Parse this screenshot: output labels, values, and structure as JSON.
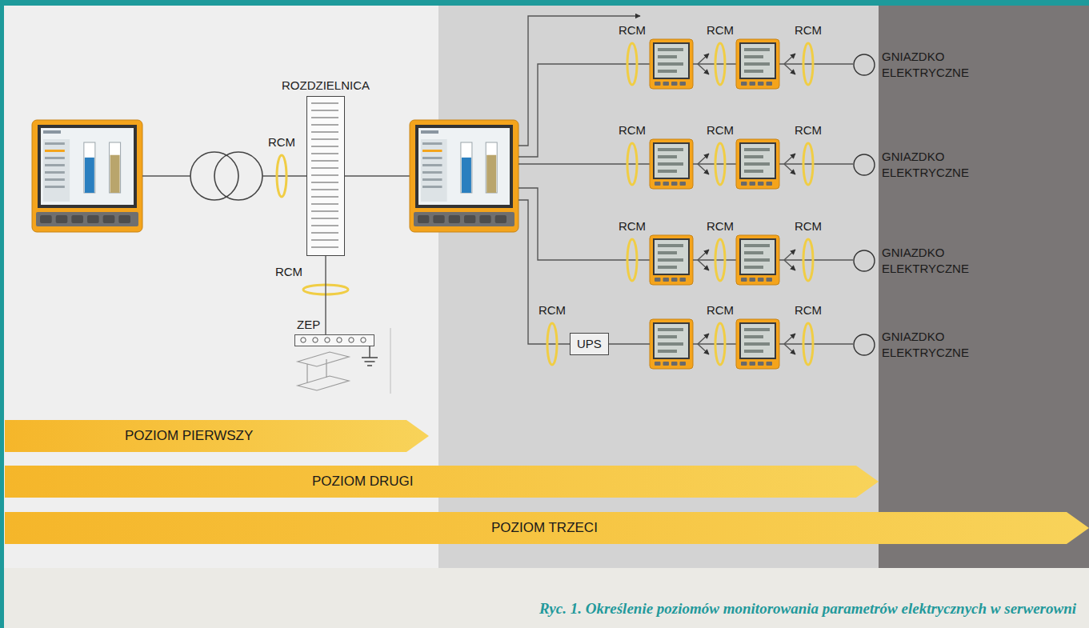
{
  "diagram": {
    "caption": "Ryc. 1. Określenie poziomów monitorowania parametrów elektrycznych w serwerowni",
    "nodes": [
      {
        "text": [
          "ROZDZIELNICA"
        ]
      },
      {
        "text": [
          "GNIAZDKO ELEKTRYCZNE"
        ]
      },
      {
        "text": [
          "GNIAZDKO ELEKTRYCZNE"
        ]
      },
      {
        "text": [
          "GNIAZDKO ELEKTRYCZNE"
        ]
      },
      {
        "text": [
          "ZEP"
        ]
      },
      {
        "text": [
          "UPS"
        ]
      },
      {
        "text": [
          "GNIAZDKO ELEKTRYCZNE"
        ]
      },
      {
        "text": [
          "POZIOM PIERWSZY"
        ]
      },
      {
        "text": [
          "POZIOM DRUGI"
        ]
      },
      {
        "text": [
          "POZIOM TRZECI"
        ]
      }
    ],
    "edges": [
      {
        "from": 0,
        "to": 4,
        "arrow": "none"
      }
    ],
    "labels": [
      "RCM",
      "RCM",
      "RCM",
      "RCM",
      "RCM",
      "RCM",
      "RCM",
      "RCM",
      "RCM",
      "RCM",
      "RCM",
      "RCM",
      "RCM",
      "RCM"
    ]
  }
}
